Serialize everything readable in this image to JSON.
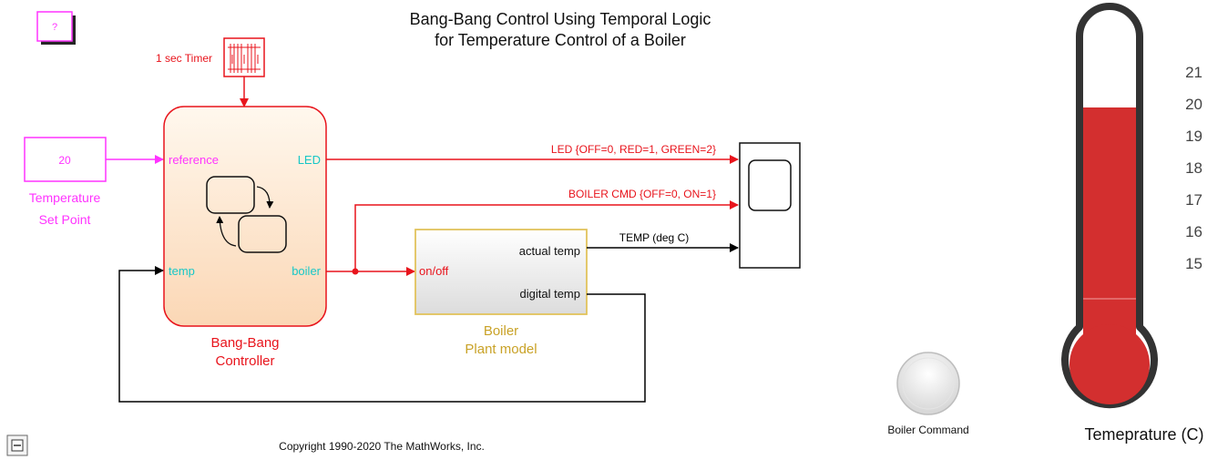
{
  "title": {
    "line1": "Bang-Bang Control Using Temporal Logic",
    "line2": "for Temperature Control of a Boiler"
  },
  "help_block": {
    "label": "?"
  },
  "timer": {
    "label": "1 sec Timer"
  },
  "setpoint": {
    "value": "20",
    "caption_line1": "Temperature",
    "caption_line2": "Set Point"
  },
  "controller": {
    "port_reference": "reference",
    "port_temp": "temp",
    "port_led": "LED",
    "port_boiler": "boiler",
    "caption_line1": "Bang-Bang",
    "caption_line2": "Controller"
  },
  "boiler": {
    "port_onoff": "on/off",
    "port_actual_temp": "actual temp",
    "port_digital_temp": "digital temp",
    "caption_line1": "Boiler",
    "caption_line2": "Plant model"
  },
  "signals": {
    "led": "LED {OFF=0, RED=1, GREEN=2}",
    "boiler_cmd": "BOILER CMD {OFF=0, ON=1}",
    "temp": "TEMP (deg C)"
  },
  "lamp": {
    "label": "Boiler Command"
  },
  "thermometer": {
    "caption": "Temepratu​re (C)",
    "ticks": [
      "21",
      "20",
      "19",
      "18",
      "17",
      "16",
      "15"
    ]
  },
  "copyright": "Copyright 1990-2020 The MathWorks, Inc.",
  "colors": {
    "signal_red": "#e8141c",
    "magenta": "#ff33ff",
    "cyan": "#17c7c7",
    "boiler_gold": "#c9a227",
    "mercury": "#d32f2f"
  }
}
